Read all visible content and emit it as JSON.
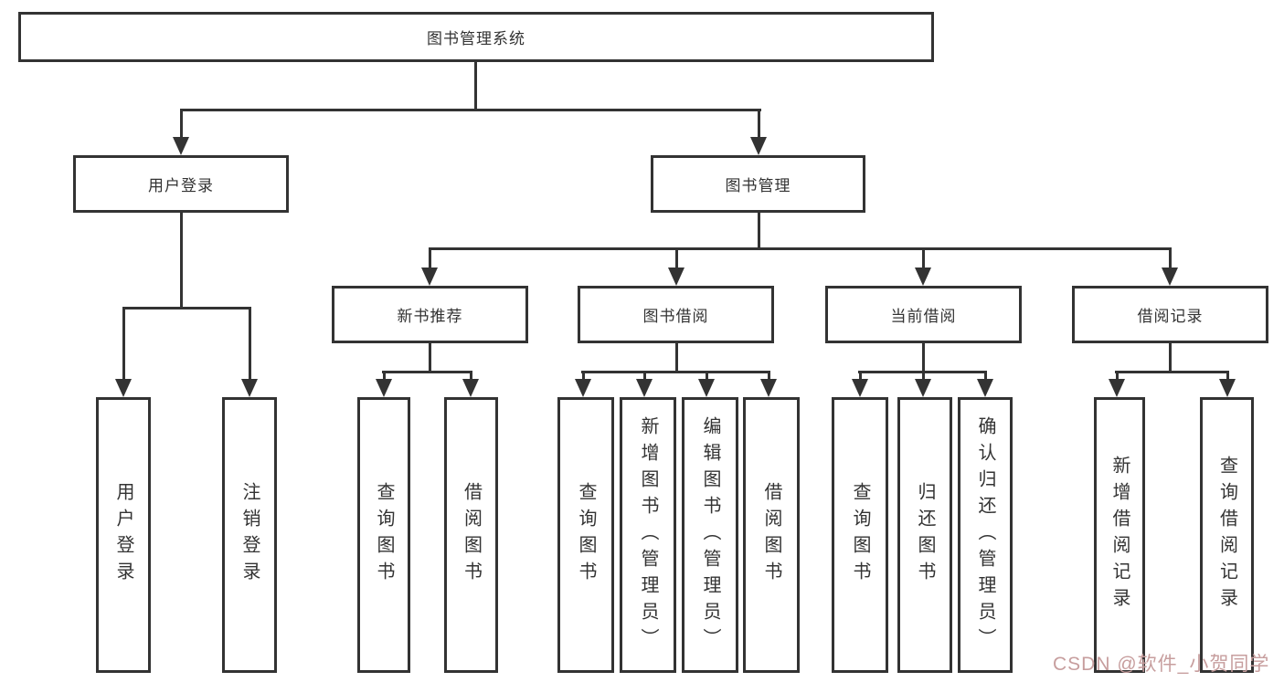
{
  "diagram_type": "function-structure hierarchy",
  "tree": {
    "label": "图书管理系统",
    "children": [
      {
        "label": "用户登录",
        "children": [
          {
            "label": "用户登录"
          },
          {
            "label": "注销登录"
          }
        ]
      },
      {
        "label": "图书管理",
        "children": [
          {
            "label": "新书推荐",
            "children": [
              {
                "label": "查询图书"
              },
              {
                "label": "借阅图书"
              }
            ]
          },
          {
            "label": "图书借阅",
            "children": [
              {
                "label": "查询图书"
              },
              {
                "label": "新增图书（管理员）"
              },
              {
                "label": "编辑图书（管理员）"
              },
              {
                "label": "借阅图书"
              }
            ]
          },
          {
            "label": "当前借阅",
            "children": [
              {
                "label": "查询图书"
              },
              {
                "label": "归还图书"
              },
              {
                "label": "确认归还（管理员）"
              }
            ]
          },
          {
            "label": "借阅记录",
            "children": [
              {
                "label": "新增借阅记录"
              },
              {
                "label": "查询借阅记录"
              }
            ]
          }
        ]
      }
    ]
  },
  "watermark": {
    "text": "CSDN @软件_小贺同学"
  },
  "colors": {
    "line": "#333333",
    "text": "#333333",
    "background": "#ffffff",
    "watermark": "#c79e9e"
  }
}
